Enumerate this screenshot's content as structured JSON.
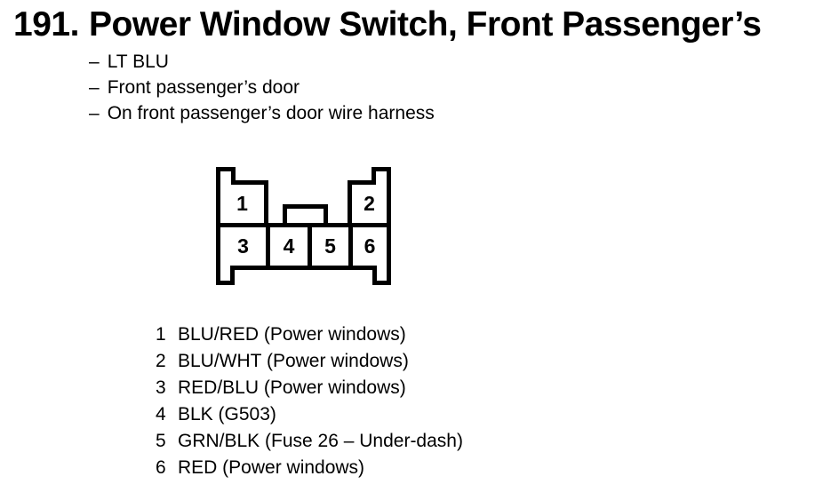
{
  "heading": {
    "number": "191.",
    "title": "Power Window Switch, Front Passenger’s"
  },
  "notes": {
    "marker": "–",
    "items": [
      "LT BLU",
      "Front passenger’s door",
      "On front passenger’s door wire harness"
    ]
  },
  "connector": {
    "description": "6-pin connector, front view",
    "pins": [
      "1",
      "2",
      "3",
      "4",
      "5",
      "6"
    ]
  },
  "legend": {
    "rows": [
      {
        "pin": "1",
        "desc": "BLU/RED (Power windows)"
      },
      {
        "pin": "2",
        "desc": "BLU/WHT (Power windows)"
      },
      {
        "pin": "3",
        "desc": "RED/BLU (Power windows)"
      },
      {
        "pin": "4",
        "desc": "BLK (G503)"
      },
      {
        "pin": "5",
        "desc": "GRN/BLK (Fuse 26 – Under-dash)"
      },
      {
        "pin": "6",
        "desc": "RED (Power windows)"
      }
    ]
  },
  "colors": {
    "ink": "#000000",
    "paper": "#ffffff"
  }
}
